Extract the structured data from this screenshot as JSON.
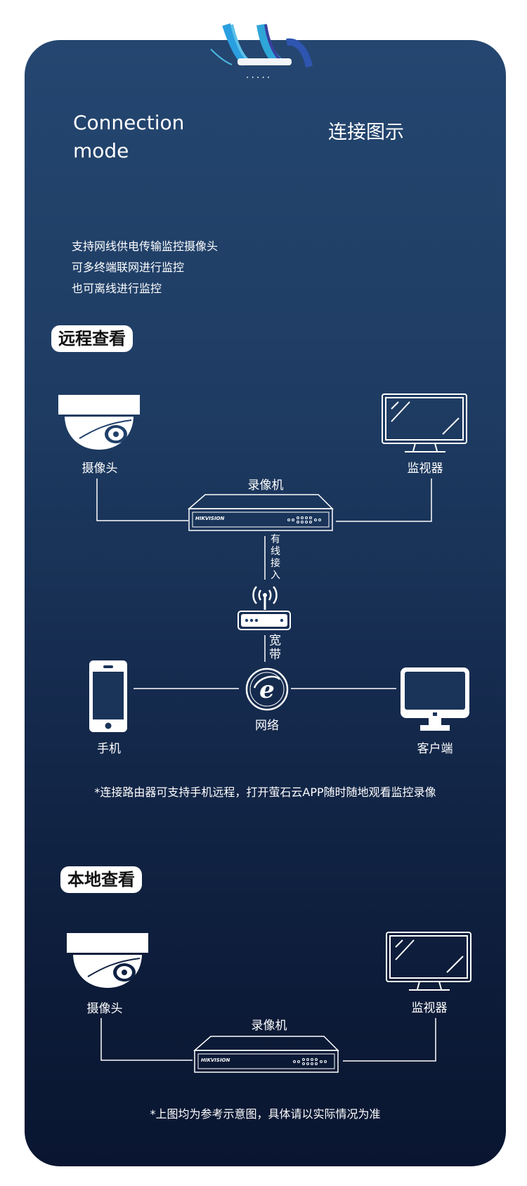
{
  "header": {
    "title_en_line1": "Connection",
    "title_en_line2": "mode",
    "title_cn": "连接图示"
  },
  "intro": [
    "支持网线供电传输监控摄像头",
    "可多终端联网进行监控",
    "也可离线进行监控"
  ],
  "remote": {
    "heading": "远程查看",
    "camera": "摄像头",
    "monitor": "监视器",
    "nvr": "录像机",
    "nvr_brand": "HIKVISION",
    "wired": [
      "有",
      "线",
      "接",
      "入"
    ],
    "broadband": [
      "宽",
      "带"
    ],
    "network": "网络",
    "phone": "手机",
    "client": "客户端",
    "note": "*连接路由器可支持手机远程，打开萤石云APP随时随地观看监控录像"
  },
  "local": {
    "heading": "本地查看",
    "camera": "摄像头",
    "monitor": "监视器",
    "nvr": "录像机",
    "nvr_brand": "HIKVISION",
    "note": "*上图均为参考示意图，具体请以实际情况为准"
  },
  "colors": {
    "card_top": "#244670",
    "card_bottom": "#0a1631",
    "line": "#ffffff"
  }
}
